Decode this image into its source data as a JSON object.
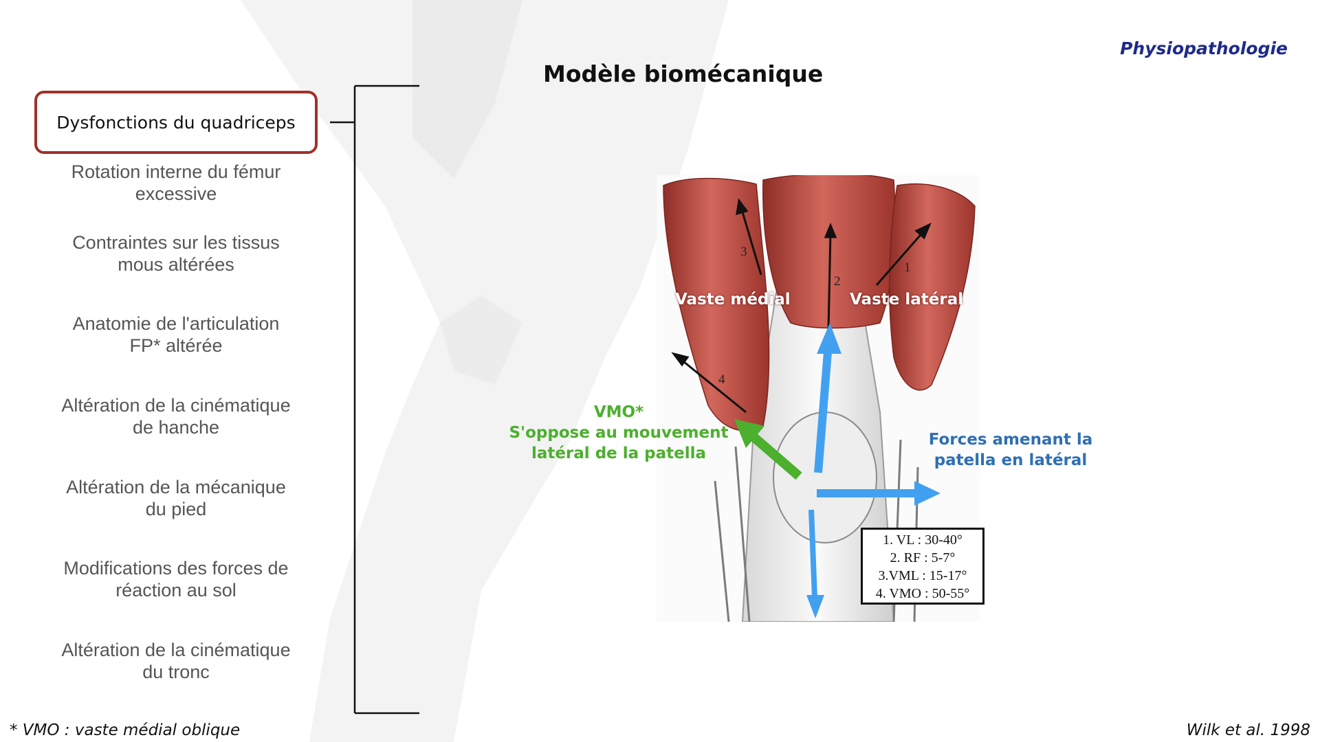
{
  "header": {
    "section": "Physiopathologie",
    "title": "Modèle biomécanique"
  },
  "factors": {
    "highlighted": "Dysfonctions du quadriceps",
    "items": [
      [
        "Rotation interne du fémur",
        "excessive"
      ],
      [
        "Contraintes sur les tissus",
        "mous altérées"
      ],
      [
        "Anatomie de l'articulation",
        "FP* altérée"
      ],
      [
        "Altération de la cinématique",
        "de hanche"
      ],
      [
        "Altération de la mécanique",
        "du pied"
      ],
      [
        "Modifications des forces de",
        "réaction au sol"
      ],
      [
        "Altération de la cinématique",
        "du tronc"
      ]
    ]
  },
  "diagram": {
    "muscle_labels": {
      "medial": "Vaste médial",
      "lateral": "Vaste latéral"
    },
    "vector_numbers": [
      "1",
      "2",
      "3",
      "4"
    ],
    "vmo": {
      "title": "VMO*",
      "line1": "S'oppose au mouvement",
      "line2": "latéral de la patella"
    },
    "forces": {
      "line1": "Forces amenant la",
      "line2": "patella en latéral"
    },
    "angles": [
      "1. VL : 30-40°",
      "2. RF : 5-7°",
      "3.VML : 15-17°",
      "4. VMO : 50-55°"
    ]
  },
  "footer": {
    "footnote": "* VMO : vaste médial oblique",
    "reference": "Wilk et al. 1998"
  },
  "colors": {
    "highlight_border": "#a0302a",
    "section_title": "#1e2a8a",
    "vmo_green": "#4caf2d",
    "force_blue": "#42a0f0",
    "force_text": "#2f6fb3",
    "muscle_red": "#b9473d"
  }
}
